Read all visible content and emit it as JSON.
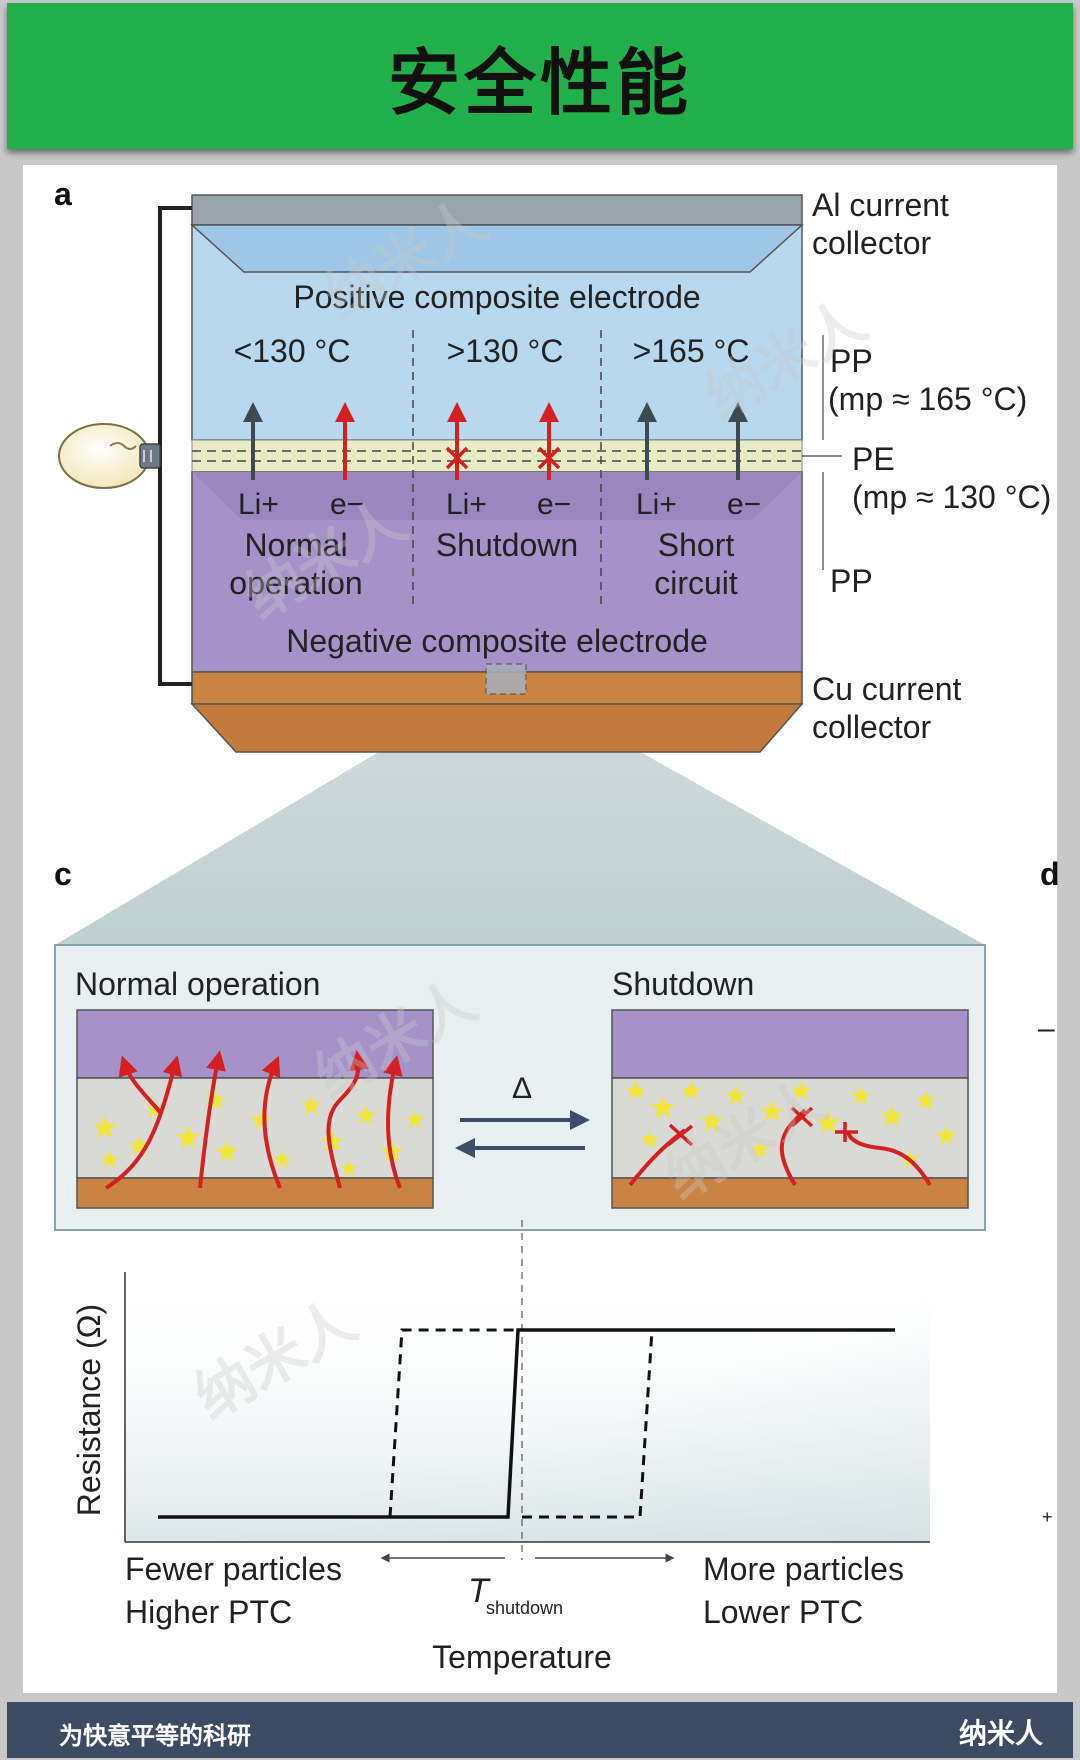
{
  "header": {
    "title": "安全性能"
  },
  "footer": {
    "slogan": "为快意平等的科研",
    "brand": "纳米人"
  },
  "watermark": "纳米人",
  "panel_labels": {
    "a": "a",
    "c": "c",
    "d": "d"
  },
  "cell": {
    "al_collector": [
      "Al current",
      "collector"
    ],
    "cu_collector": [
      "Cu current",
      "collector"
    ],
    "positive_electrode": "Positive composite electrode",
    "negative_electrode": "Negative composite electrode",
    "pp_top": [
      "PP",
      "(mp ≈ 165 °C)"
    ],
    "pe": [
      "PE",
      "(mp ≈ 130 °C)"
    ],
    "pp_bottom": "PP",
    "columns": [
      {
        "temp": "<130 °C",
        "state": [
          "Normal",
          "operation"
        ],
        "ion": "Li+",
        "electron": "e−"
      },
      {
        "temp": ">130 °C",
        "state": [
          "Shutdown"
        ],
        "ion": "Li+",
        "electron": "e−"
      },
      {
        "temp": ">165 °C",
        "state": [
          "Short",
          "circuit"
        ],
        "ion": "Li+",
        "electron": "e−"
      }
    ]
  },
  "inset": {
    "normal_title": "Normal operation",
    "shutdown_title": "Shutdown",
    "delta": "Δ"
  },
  "graph": {
    "ylabel": "Resistance (Ω)",
    "xlabel": "Temperature",
    "left_note": [
      "Fewer particles",
      "Higher PTC"
    ],
    "right_note": [
      "More particles",
      "Lower PTC"
    ],
    "tshutdown_main": "T",
    "tshutdown_sub": "shutdown"
  },
  "edge_marks": {
    "minus": "–",
    "plus": "+"
  },
  "colors": {
    "header_green": "#22b04c",
    "footer_navy": "#3c4a62",
    "positive_blue": "#b8d8ef",
    "negative_purple": "#a492c9",
    "copper": "#c98443",
    "aluminum": "#9aa4ab",
    "arrow_red": "#d42020",
    "arrow_dark": "#3d4a52",
    "particle_yellow": "#f2e63a"
  }
}
